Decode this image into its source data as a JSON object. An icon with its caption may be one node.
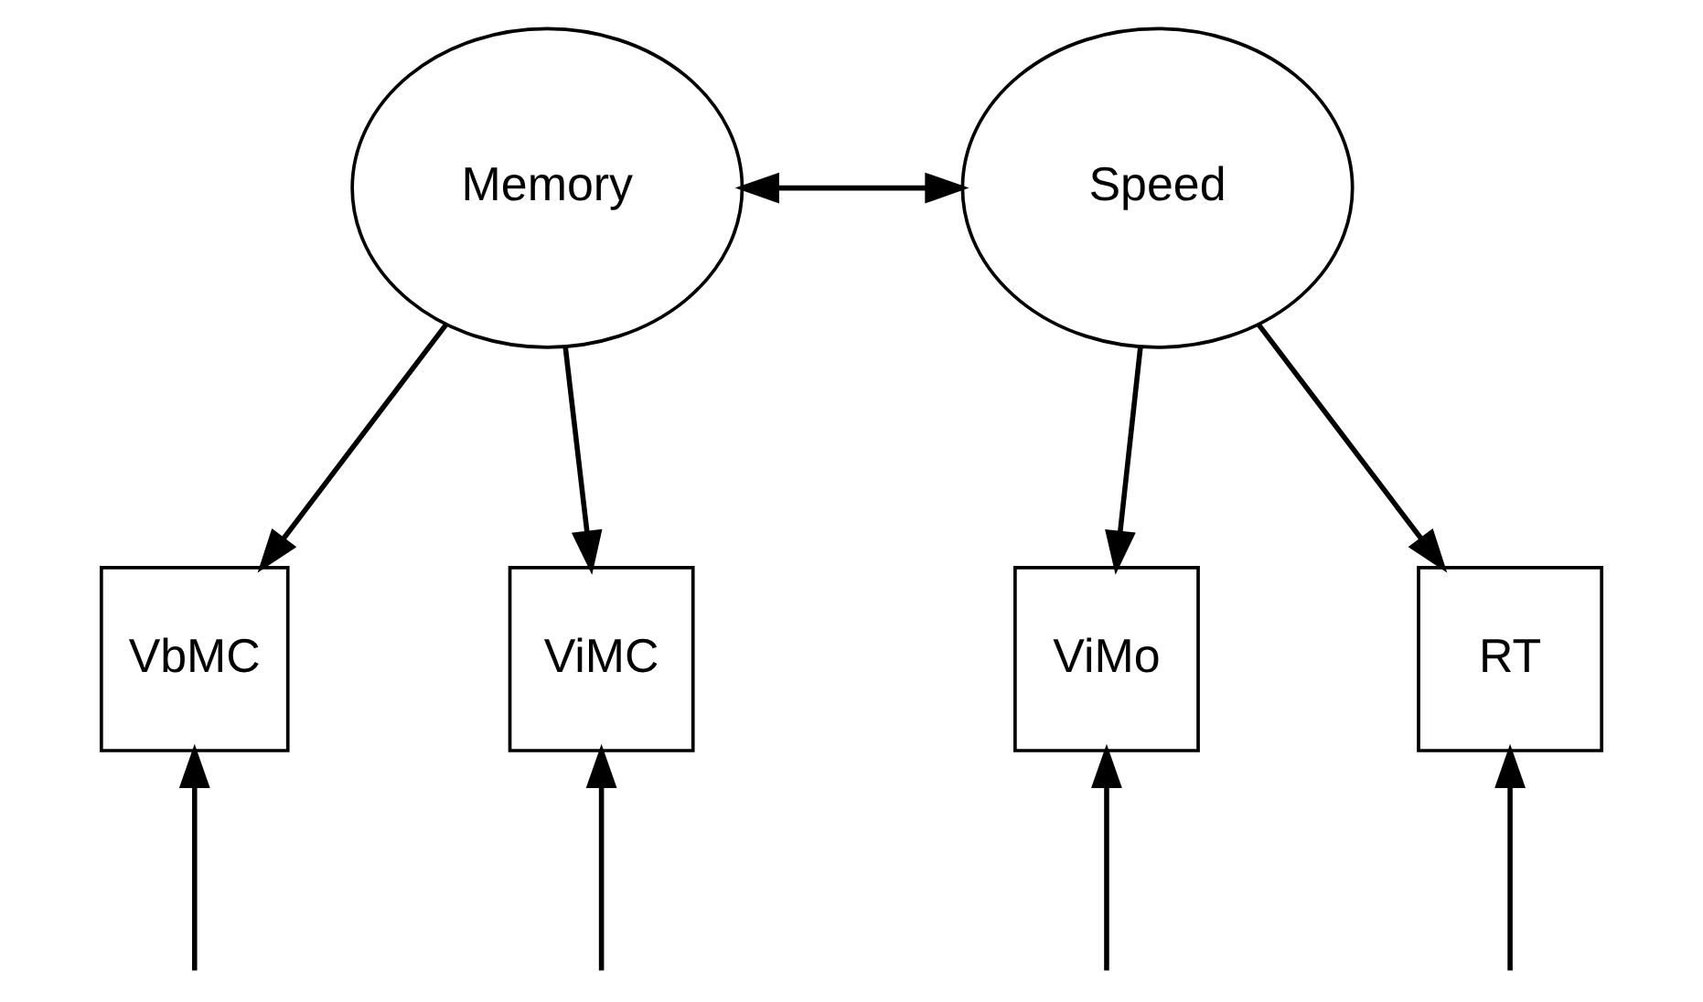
{
  "diagram": {
    "nodes": [
      {
        "text": [
          "Memory"
        ]
      },
      {
        "text": [
          "Speed"
        ]
      },
      {
        "text": [
          "VbMC"
        ]
      },
      {
        "text": [
          "ViMC"
        ]
      },
      {
        "text": [
          "ViMo"
        ]
      },
      {
        "text": [
          "RT"
        ]
      }
    ],
    "edges": [
      {
        "from": 0,
        "to": 1,
        "arrow": "both"
      },
      {
        "from": 0,
        "to": 2,
        "arrow": "to"
      },
      {
        "from": 0,
        "to": 3,
        "arrow": "to"
      },
      {
        "from": 1,
        "to": 4,
        "arrow": "to"
      },
      {
        "from": 1,
        "to": 5,
        "arrow": "to"
      },
      {
        "from": null,
        "to": 2,
        "arrow": "to"
      },
      {
        "from": null,
        "to": 3,
        "arrow": "to"
      },
      {
        "from": null,
        "to": 4,
        "arrow": "to"
      },
      {
        "from": null,
        "to": 5,
        "arrow": "to"
      }
    ]
  }
}
